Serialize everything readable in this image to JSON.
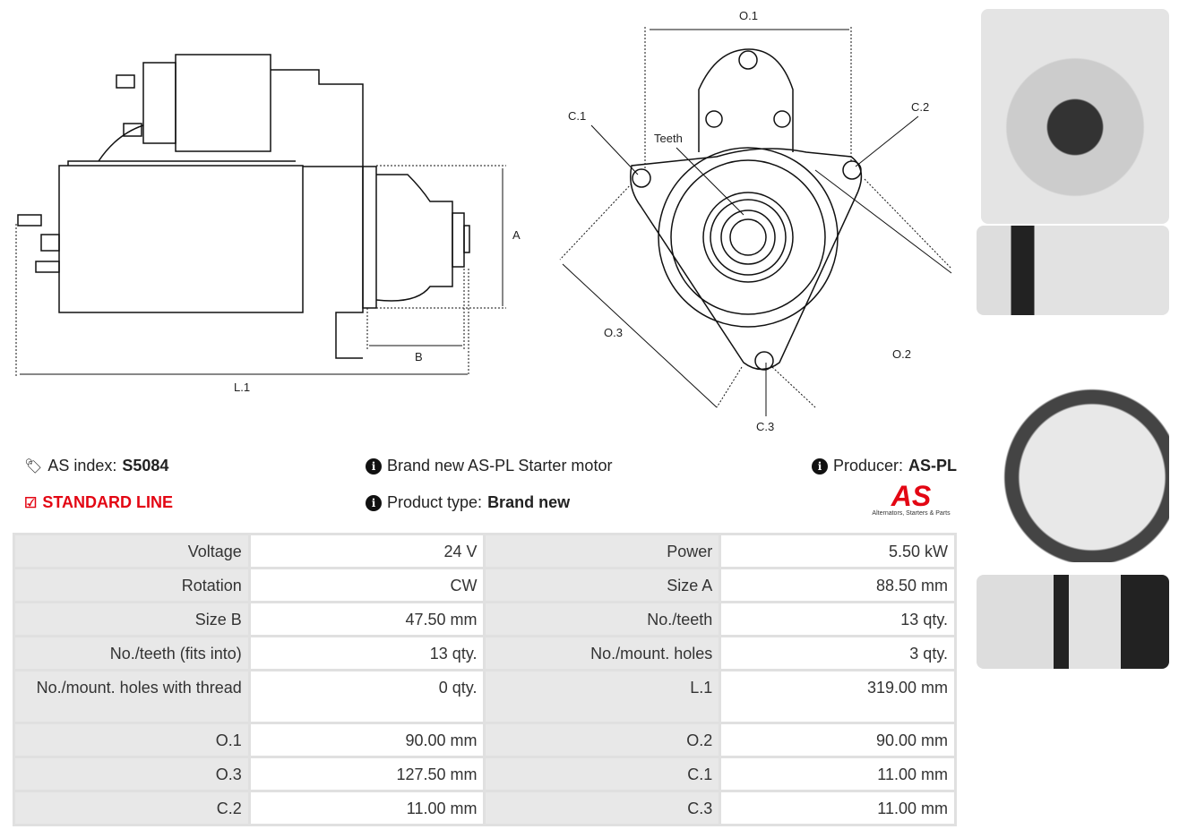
{
  "drawing_labels": {
    "a": "A",
    "b": "B",
    "l1": "L.1",
    "o1": "O.1",
    "o2": "O.2",
    "o3": "O.3",
    "c1": "C.1",
    "c2": "C.2",
    "c3": "C.3",
    "teeth": "Teeth"
  },
  "info": {
    "as_index_label": "AS index:",
    "as_index_value": "S5084",
    "line": "STANDARD LINE",
    "description": "Brand new AS-PL Starter motor",
    "product_type_label": "Product type:",
    "product_type_value": "Brand new",
    "producer_label": "Producer:",
    "producer_value": "AS-PL",
    "logo_text": "AS",
    "logo_tagline": "Alternators, Starters & Parts"
  },
  "colors": {
    "accent": "#e30613"
  },
  "specs": [
    [
      "Voltage",
      "24 V",
      "Power",
      "5.50 kW"
    ],
    [
      "Rotation",
      "CW",
      "Size A",
      "88.50 mm"
    ],
    [
      "Size B",
      "47.50 mm",
      "No./teeth",
      "13 qty."
    ],
    [
      "No./teeth (fits into)",
      "13 qty.",
      "No./mount. holes",
      "3 qty."
    ],
    [
      "No./mount. holes with thread",
      "0 qty.",
      "L.1",
      "319.00 mm"
    ],
    [
      "O.1",
      "90.00 mm",
      "O.2",
      "90.00 mm"
    ],
    [
      "O.3",
      "127.50 mm",
      "C.1",
      "11.00 mm"
    ],
    [
      "C.2",
      "11.00 mm",
      "C.3",
      "11.00 mm"
    ]
  ]
}
